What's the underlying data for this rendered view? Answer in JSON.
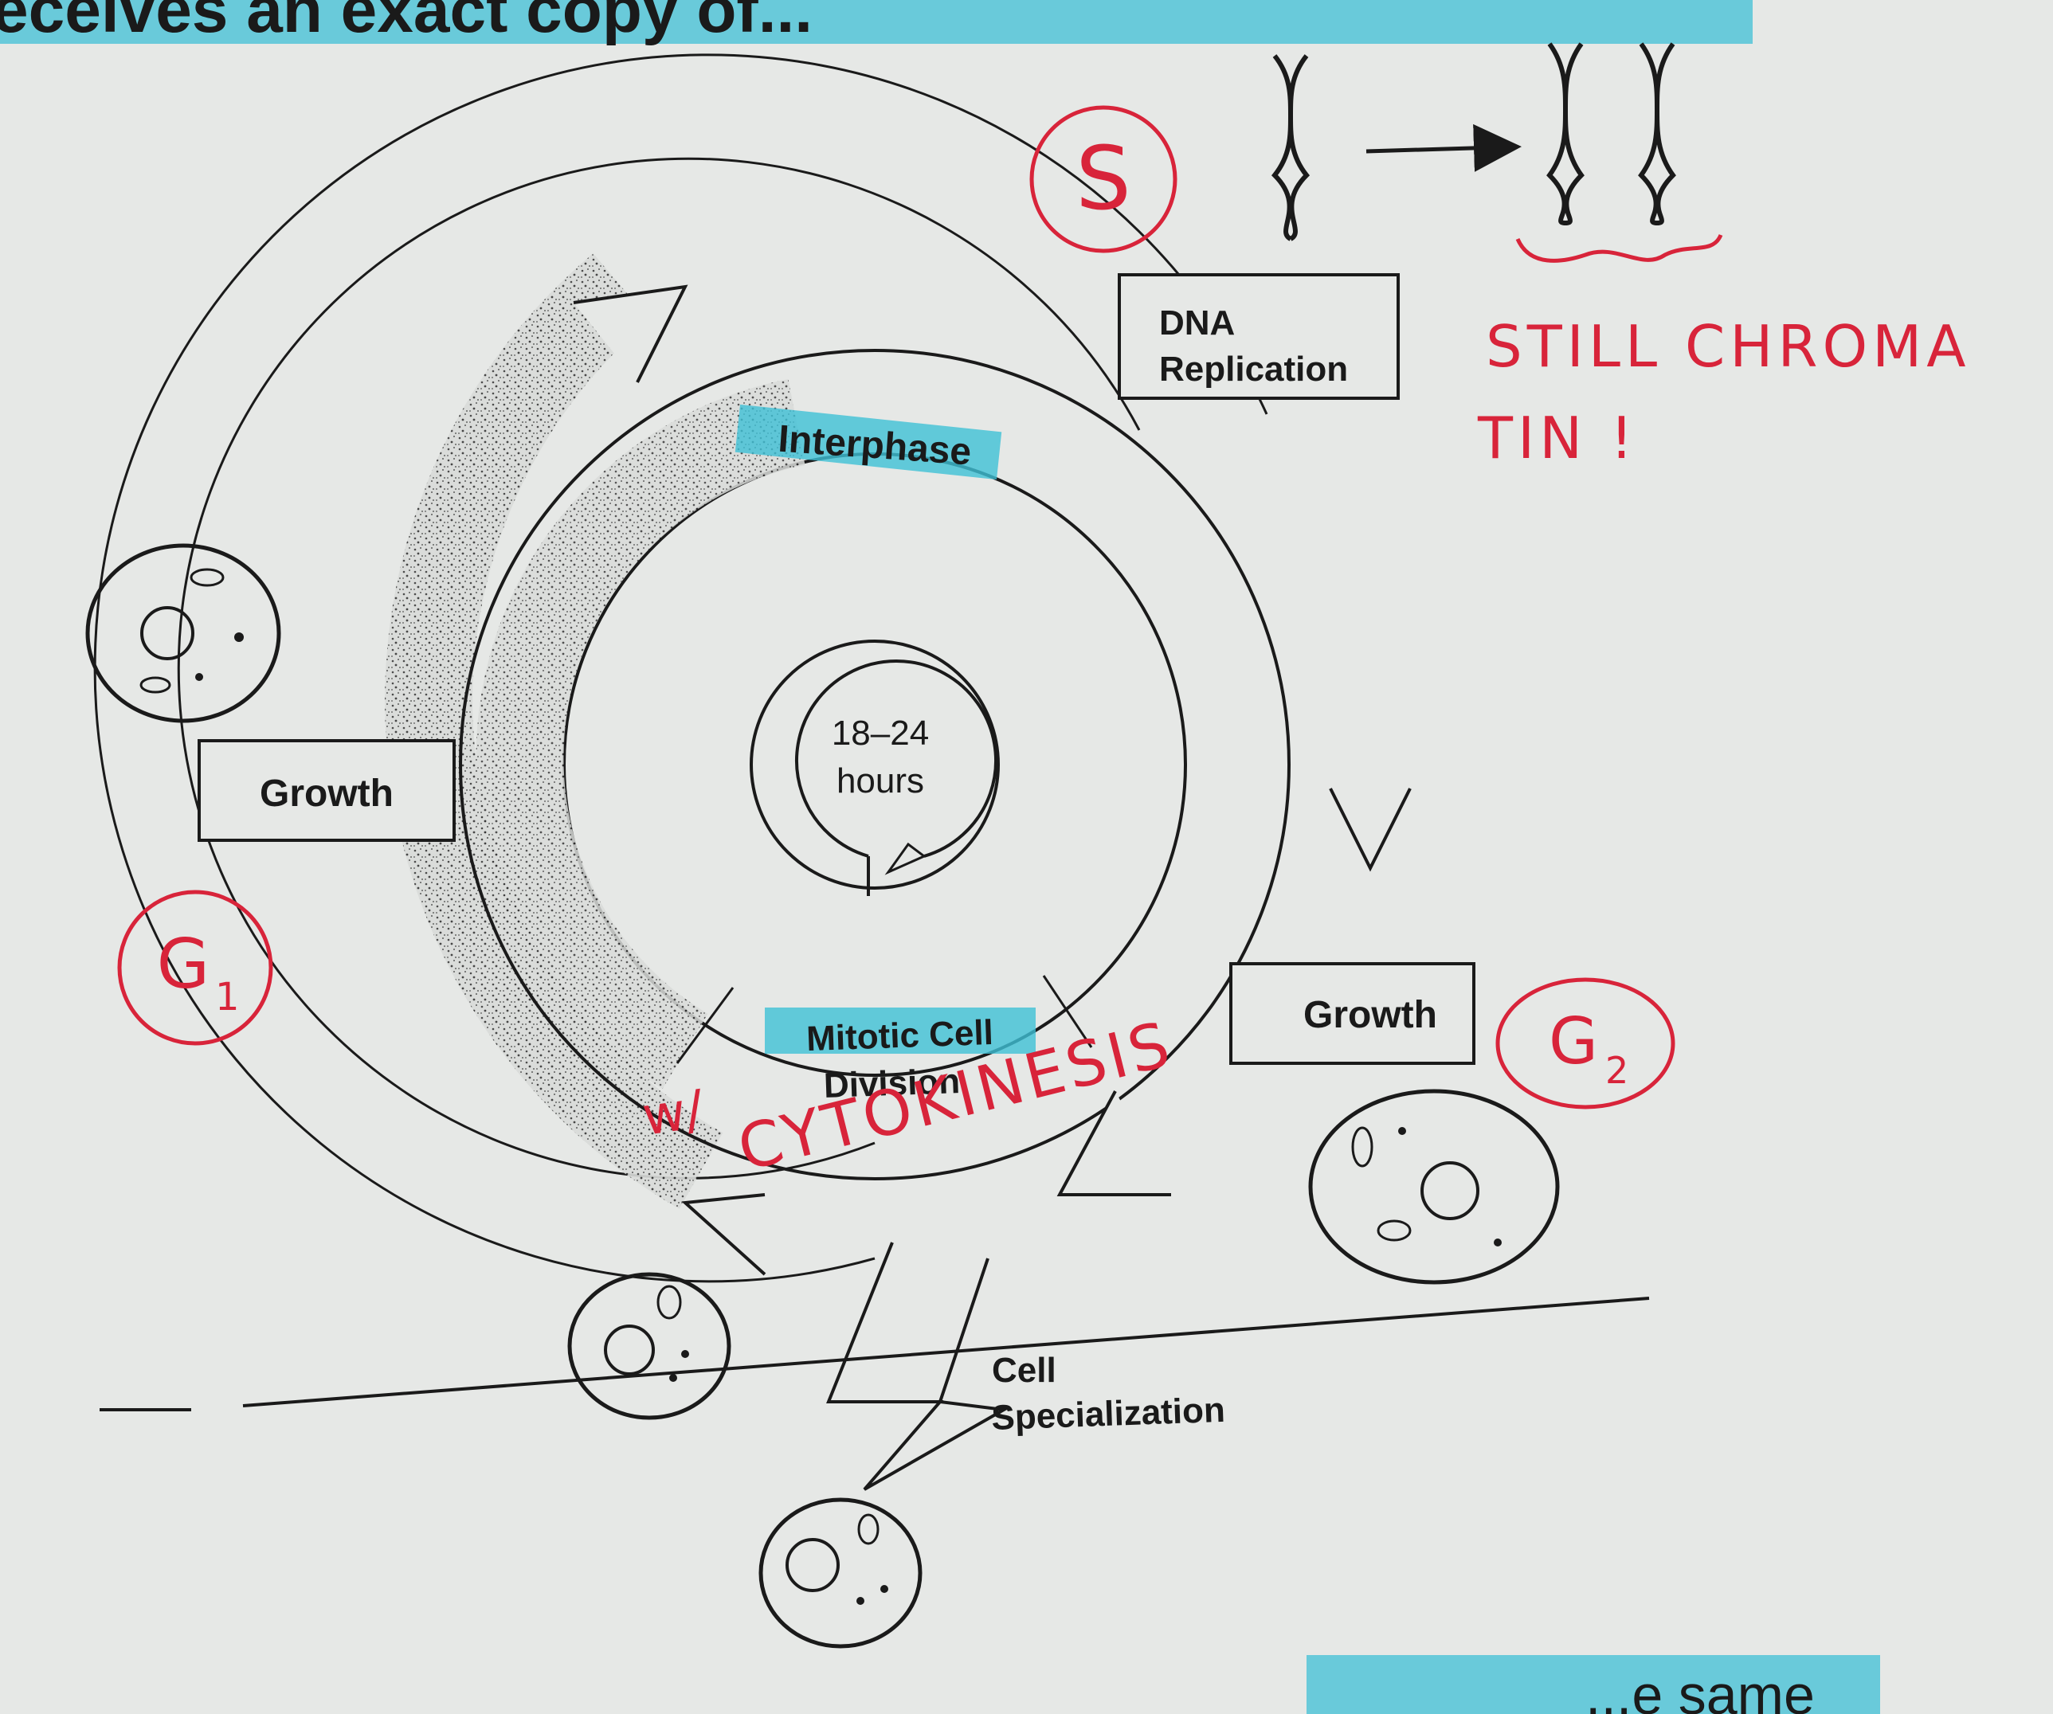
{
  "header": {
    "text": "eceives an exact copy of..."
  },
  "footer": {
    "text": "...e same"
  },
  "labels": {
    "interphase": "Interphase",
    "cycle_time_line1": "18–24",
    "cycle_time_line2": "hours",
    "dna_line1": "DNA",
    "dna_line2": "Replication",
    "growth_left": "Growth",
    "growth_right": "Growth",
    "mitotic_line1": "Mitotic Cell",
    "mitotic_line2": "Division",
    "specialization_line1": "Cell",
    "specialization_line2": "Specialization"
  },
  "handwriting": {
    "s_phase": "S",
    "g1_phase": "G",
    "g1_sub": "1",
    "g2_phase": "G",
    "g2_sub": "2",
    "chromatin_line1": "STILL  CHROMA",
    "chromatin_line2": "TIN !",
    "cytokinesis_prefix": "w/",
    "cytokinesis": "CYTOKINESIS"
  },
  "colors": {
    "paper": "#e6e8e6",
    "ink": "#1a1a1a",
    "red_pen": "#d8243a",
    "highlighter": "#3fc0d6"
  }
}
